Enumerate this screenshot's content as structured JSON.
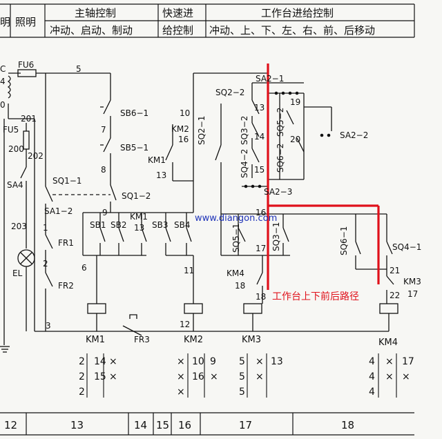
{
  "header": {
    "col_ming": "明",
    "col_zhaoming": "照明",
    "spindle_title": "主轴控制",
    "spindle_sub": "冲动、启动、制动",
    "rapid_title": "快速进",
    "rapid_sub": "给控制",
    "table_title": "工作台进给控制",
    "table_sub": "冲动、上、下、左、右、前、后移动"
  },
  "labels": {
    "c": "C",
    "fu6": "FU6",
    "w4": "4",
    "w0": "0",
    "w5": "5",
    "w201": "201",
    "fu5": "FU5",
    "w200": "200",
    "w202": "202",
    "sa4": "SA4",
    "w203": "203",
    "el": "EL",
    "sq1_1": "SQ1−1",
    "sq1_2": "SQ1−2",
    "sa1_2": "SA1−2",
    "w1": "1",
    "fr1": "FR1",
    "w2": "2",
    "fr2": "FR2",
    "w3": "3",
    "sb6_1": "SB6−1",
    "w7": "7",
    "sb5_1": "SB5−1",
    "w8": "8",
    "w9": "9",
    "sb1": "SB1",
    "sb2": "SB2",
    "km1_contact": "KM1",
    "w13a": "13",
    "sb3": "SB3",
    "sb4": "SB4",
    "w6": "6",
    "w10": "10",
    "km2_contact": "KM2",
    "w16a": "16",
    "km1_left": "KM1",
    "w13b": "13",
    "sq2_1": "SQ2−1",
    "w11": "11",
    "w12": "12",
    "sq2_2": "SQ2−2",
    "sa2_1": "SA2−1",
    "w13c": "13",
    "sq3_2": "SQ3−2",
    "w14": "14",
    "sq4_2": "SQ4−2",
    "w15": "15",
    "w19": "19",
    "sq5_2": "SQ5−2",
    "sq6_2": "SQ6−2",
    "w20": "20",
    "sa2_2": "SA2−2",
    "sa2_3": "SA2−3",
    "w16b": "16",
    "watermark": "www.diangon.com",
    "sq5_1": "SQ5−1",
    "w17": "17",
    "sq3_1": "SQ3−1",
    "km4_contact": "KM4",
    "w18": "18",
    "w18b": "18",
    "sq6_1": "SQ6−1",
    "sq4_1": "SQ4−1",
    "w21": "21",
    "km3_contact": "KM3",
    "w17b": "17",
    "w22": "22",
    "path_note": "工作台上下前后路径",
    "fr3": "FR3"
  },
  "coils": {
    "km1": "KM1",
    "km2": "KM2",
    "km3": "KM3",
    "km4": "KM4"
  },
  "xref": {
    "km1": [
      [
        "2",
        "14",
        "×"
      ],
      [
        "2",
        "15",
        "×"
      ],
      [
        "2",
        "",
        ""
      ]
    ],
    "km2": [
      [
        "×",
        "10",
        "9"
      ],
      [
        "×",
        "16",
        "×"
      ],
      [
        "×",
        "",
        ""
      ]
    ],
    "km3": [
      [
        "5",
        "×",
        "13"
      ],
      [
        "5",
        "×",
        ""
      ],
      [
        "5",
        "",
        ""
      ]
    ],
    "km4": [
      [
        "4",
        "×",
        "17"
      ],
      [
        "4",
        "×",
        "×"
      ],
      [
        "4",
        "",
        ""
      ]
    ]
  },
  "bottom": {
    "c12": "12",
    "c13": "13",
    "c14": "14",
    "c15": "15",
    "c16": "16",
    "c17": "17",
    "c18": "18"
  },
  "colors": {
    "line": "#111111",
    "highlight": "#e0101a",
    "watermark": "#1f33b8",
    "note": "#e0101a"
  }
}
